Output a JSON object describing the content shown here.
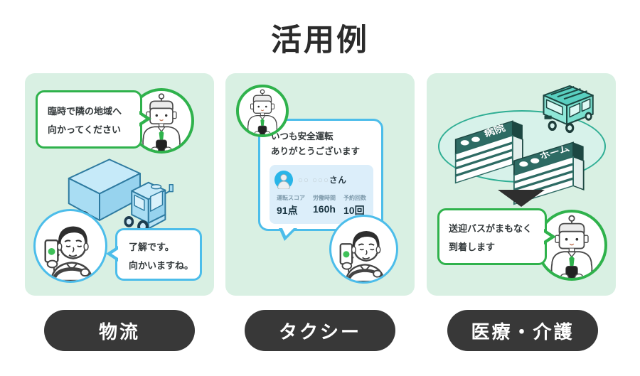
{
  "title": "活用例",
  "colors": {
    "accent_green": "#2fb24c",
    "accent_blue": "#4cbdea",
    "panel_mint": "#d9f0e3",
    "pill_dark": "#383838",
    "sign_teal": "#2e6b64",
    "truck_blue": "#a9ddf3",
    "van_teal": "#8fe7d8"
  },
  "panels": {
    "logistics": {
      "label": "物流",
      "manager_bubble_line1": "臨時で隣の地域へ",
      "manager_bubble_line2": "向かってください",
      "driver_bubble_line1": "了解です。",
      "driver_bubble_line2": "向かいますね。"
    },
    "taxi": {
      "label": "タクシー",
      "message_line1": "いつも安全運転",
      "message_line2": "ありがとうございます",
      "driver_name": "○○ ○○○",
      "driver_name_suffix": "さん",
      "stats": [
        {
          "label": "運転スコア",
          "value": "91点"
        },
        {
          "label": "労働時間",
          "value": "160h"
        },
        {
          "label": "予約回数",
          "value": "10回"
        }
      ]
    },
    "medical": {
      "label": "医療・介護",
      "building_left": "病院",
      "building_right": "ホーム",
      "bubble_line1": "送迎バスがまもなく",
      "bubble_line2": "到着します"
    }
  }
}
